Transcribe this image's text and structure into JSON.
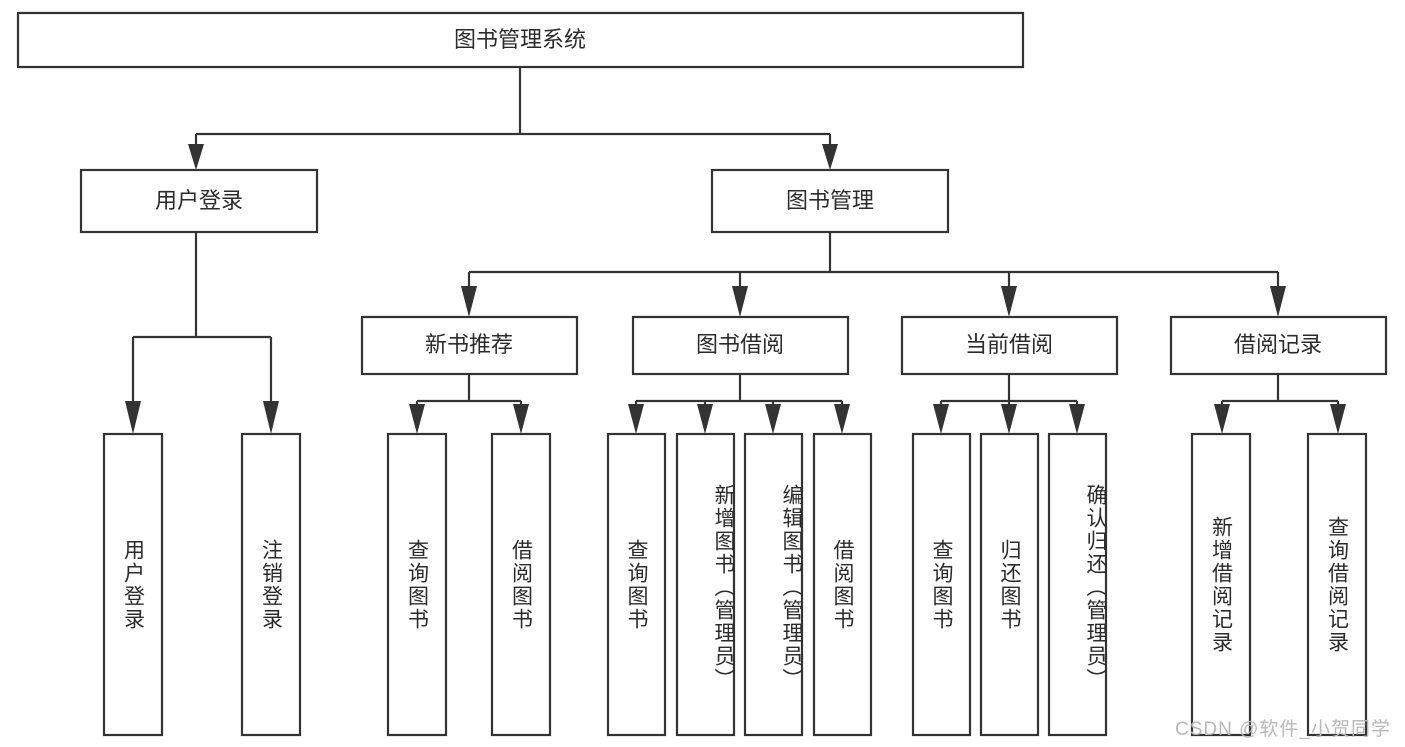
{
  "diagram": {
    "type": "tree-hierarchy",
    "title": "图书管理系统",
    "watermark": "CSDN @软件_小贺同学",
    "colors": {
      "stroke": "#333333",
      "box_fill": "#ffffff",
      "text": "#2b2b2b",
      "background": "#ffffff",
      "watermark": "#b8b8b8"
    },
    "root": {
      "label": "图书管理系统",
      "orientation": "horizontal"
    },
    "level2": [
      {
        "label": "用户登录",
        "orientation": "horizontal"
      },
      {
        "label": "图书管理",
        "orientation": "horizontal"
      }
    ],
    "level3": [
      {
        "label": "新书推荐",
        "orientation": "horizontal",
        "parent": "图书管理"
      },
      {
        "label": "图书借阅",
        "orientation": "horizontal",
        "parent": "图书管理"
      },
      {
        "label": "当前借阅",
        "orientation": "horizontal",
        "parent": "图书管理"
      },
      {
        "label": "借阅记录",
        "orientation": "horizontal",
        "parent": "图书管理"
      }
    ],
    "leaves": [
      {
        "label": "用户登录",
        "orientation": "vertical",
        "parent": "用户登录"
      },
      {
        "label": "注销登录",
        "orientation": "vertical",
        "parent": "用户登录"
      },
      {
        "label": "查询图书",
        "orientation": "vertical",
        "parent": "新书推荐"
      },
      {
        "label": "借阅图书",
        "orientation": "vertical",
        "parent": "新书推荐"
      },
      {
        "label": "查询图书",
        "orientation": "vertical",
        "parent": "图书借阅"
      },
      {
        "label": "新增图书（管理员）",
        "orientation": "vertical",
        "parent": "图书借阅"
      },
      {
        "label": "编辑图书（管理员）",
        "orientation": "vertical",
        "parent": "图书借阅"
      },
      {
        "label": "借阅图书",
        "orientation": "vertical",
        "parent": "图书借阅"
      },
      {
        "label": "查询图书",
        "orientation": "vertical",
        "parent": "当前借阅"
      },
      {
        "label": "归还图书",
        "orientation": "vertical",
        "parent": "当前借阅"
      },
      {
        "label": "确认归还（管理员）",
        "orientation": "vertical",
        "parent": "当前借阅"
      },
      {
        "label": "新增借阅记录",
        "orientation": "vertical",
        "parent": "借阅记录"
      },
      {
        "label": "查询借阅记录",
        "orientation": "vertical",
        "parent": "借阅记录"
      }
    ]
  }
}
